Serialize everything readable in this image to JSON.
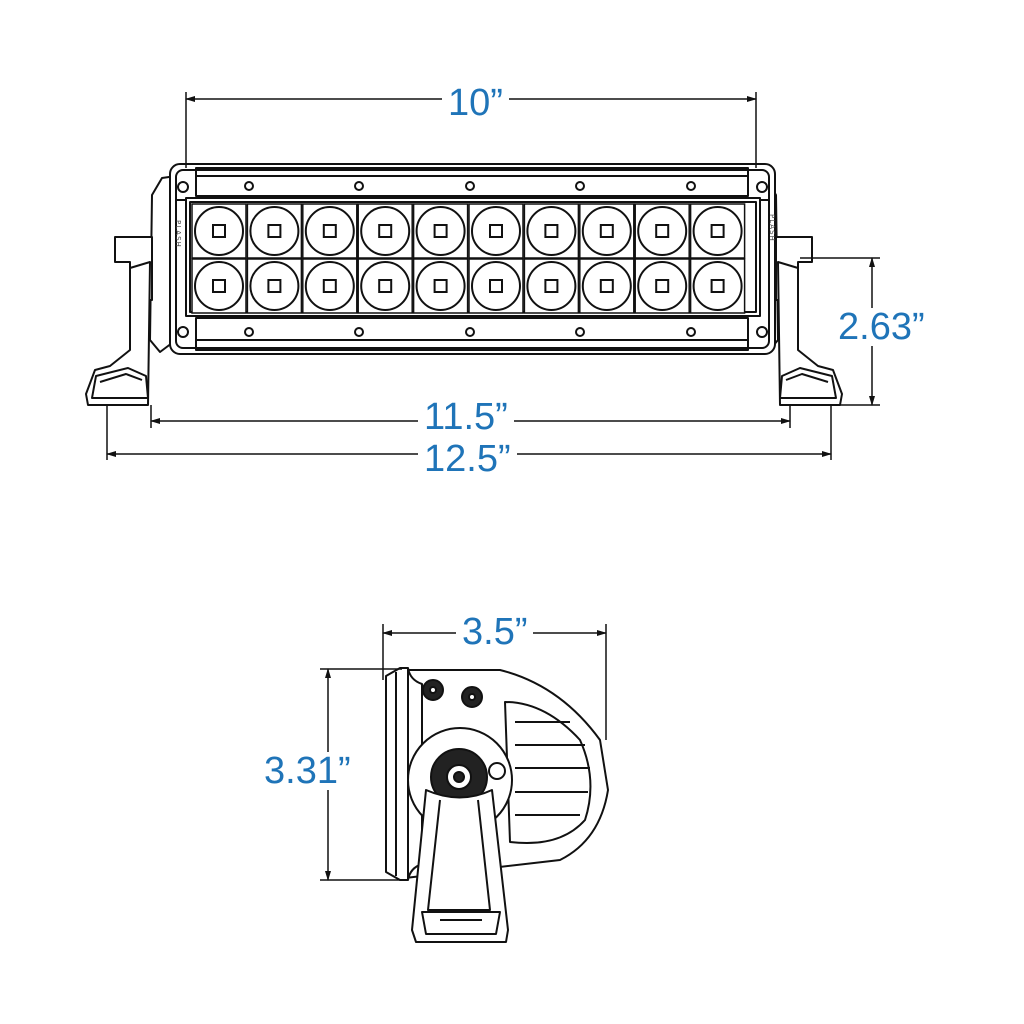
{
  "dimensions": {
    "width_10": "10”",
    "height_263": "2.63”",
    "width_115": "11.5”",
    "width_125": "12.5”",
    "depth_35": "3.5”",
    "height_331": "3.31”"
  },
  "brand_text": "PLASH",
  "led_grid": {
    "rows": 2,
    "columns": 10
  },
  "colors": {
    "dimension_text": "#1f74b8",
    "outline": "#111111"
  }
}
